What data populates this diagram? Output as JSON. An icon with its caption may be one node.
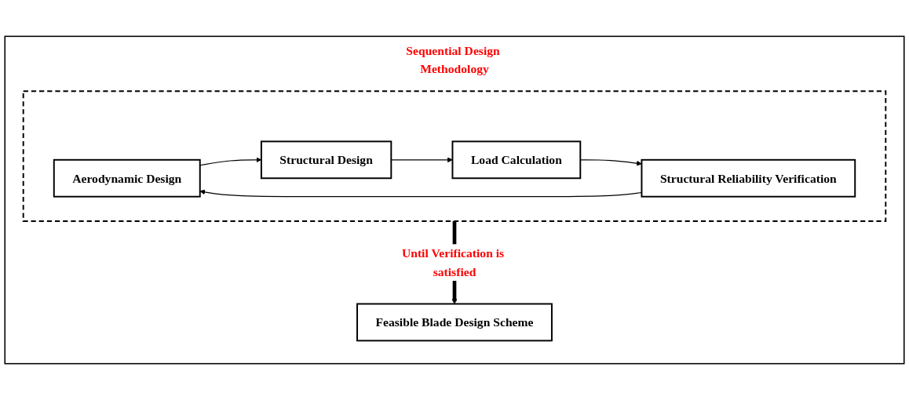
{
  "diagram": {
    "nodes": [
      {
        "text": [
          "Sequential Design Methodology"
        ]
      },
      {
        "text": [],
        "shape": "box",
        "in": 0
      },
      {
        "text": [
          "Aerodynamic Design"
        ],
        "in": 1
      },
      {
        "text": [
          "Structural Design"
        ],
        "in": 1
      },
      {
        "text": [
          "Load Calculation"
        ],
        "in": 1
      },
      {
        "text": [
          "Structural Reliability Verification"
        ],
        "in": 1
      },
      {
        "text": [
          "Feasible Blade Design Scheme"
        ],
        "in": 0
      }
    ],
    "edges": [
      {
        "from": 2,
        "to": 3,
        "arrow": "to"
      },
      {
        "from": 3,
        "to": 4,
        "arrow": "to"
      },
      {
        "from": 4,
        "to": 5,
        "arrow": "to"
      },
      {
        "from": 5,
        "to": 2,
        "arrow": "to"
      },
      {
        "from": 1,
        "to": 6,
        "arrow": "to",
        "style": "thick",
        "label": "Until Verification is satisfied"
      }
    ]
  }
}
